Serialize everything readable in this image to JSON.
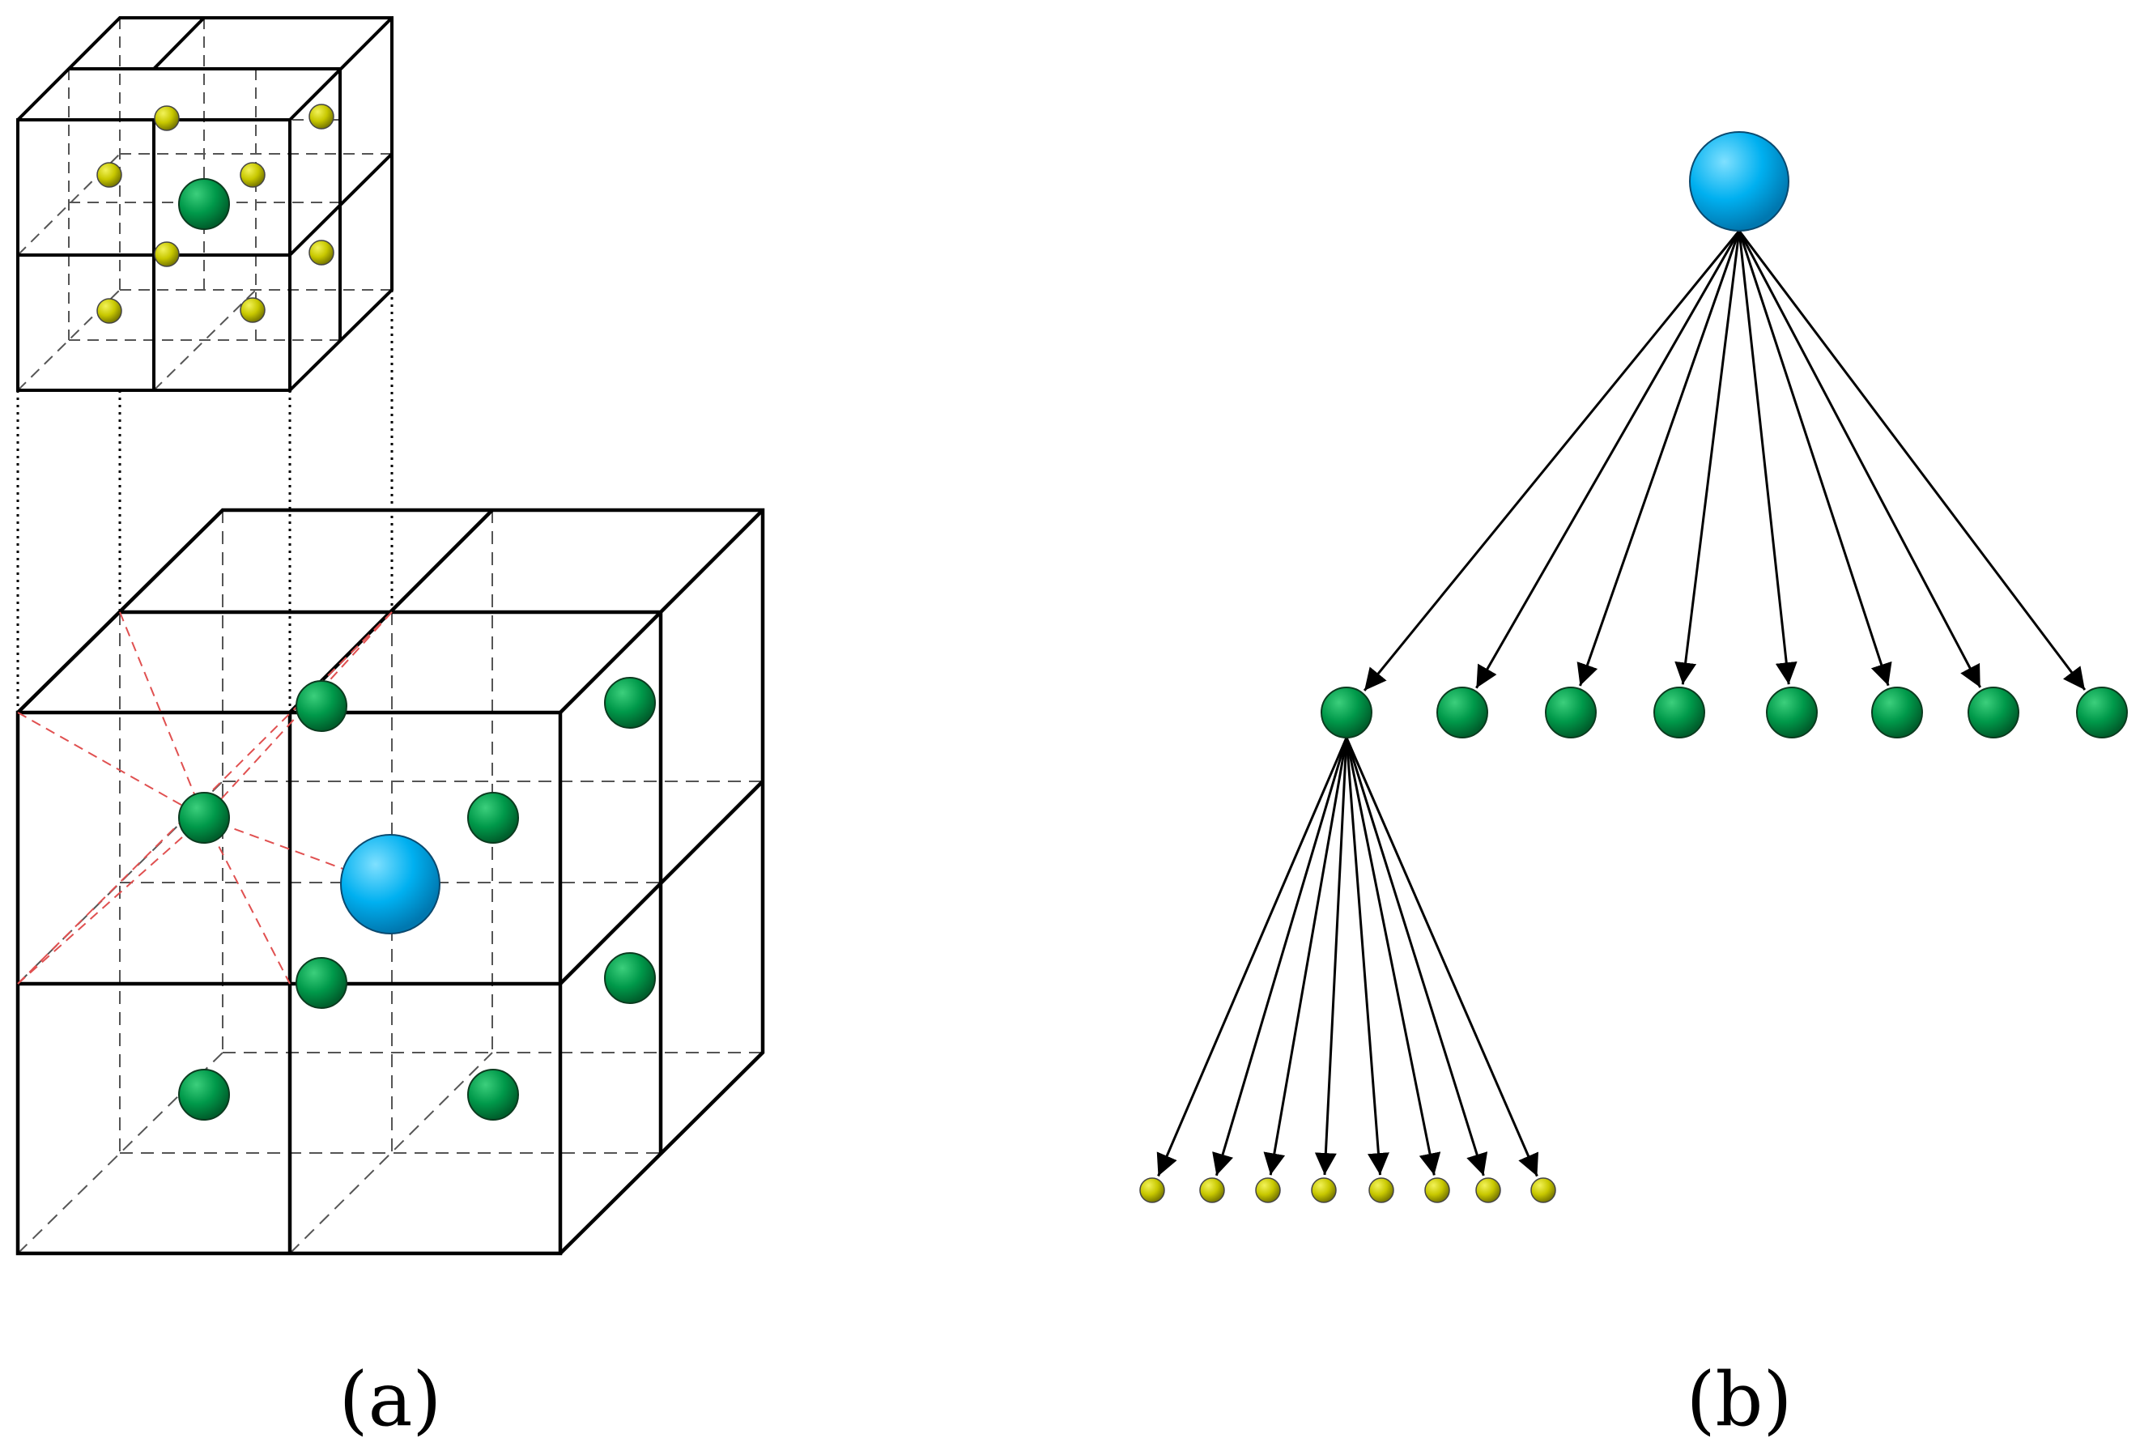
{
  "panels": [
    {
      "id": "a",
      "caption": "(a)"
    },
    {
      "id": "b",
      "caption": "(b)"
    }
  ],
  "legend_colors": {
    "root": "#00b0f0",
    "level1": "#00a050",
    "level2": "#c8c800"
  }
}
